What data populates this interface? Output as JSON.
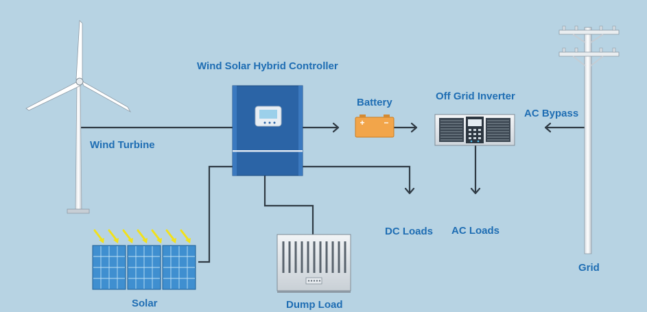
{
  "labels": {
    "controller": "Wind Solar Hybrid Controller",
    "battery": "Battery",
    "inverter": "Off Grid Inverter",
    "ac_bypass": "AC Bypass",
    "wind_turbine": "Wind Turbine",
    "dc_loads": "DC Loads",
    "ac_loads": "AC Loads",
    "grid": "Grid",
    "solar": "Solar",
    "dump_load": "Dump Load"
  },
  "colors": {
    "background": "#b7d3e3",
    "label": "#1e6db3",
    "wire": "#2f3a44",
    "controller": "#2b64a6",
    "battery": "#f2a54a",
    "solar_panel": "#3f8fd0",
    "sun_ray": "#f2e11a"
  },
  "icons": {
    "wind_turbine": "wind-turbine-icon",
    "controller": "hybrid-controller-icon",
    "battery": "battery-icon",
    "inverter": "inverter-icon",
    "grid": "utility-pole-icon",
    "solar": "solar-panel-icon",
    "dump_load": "dump-load-icon"
  }
}
